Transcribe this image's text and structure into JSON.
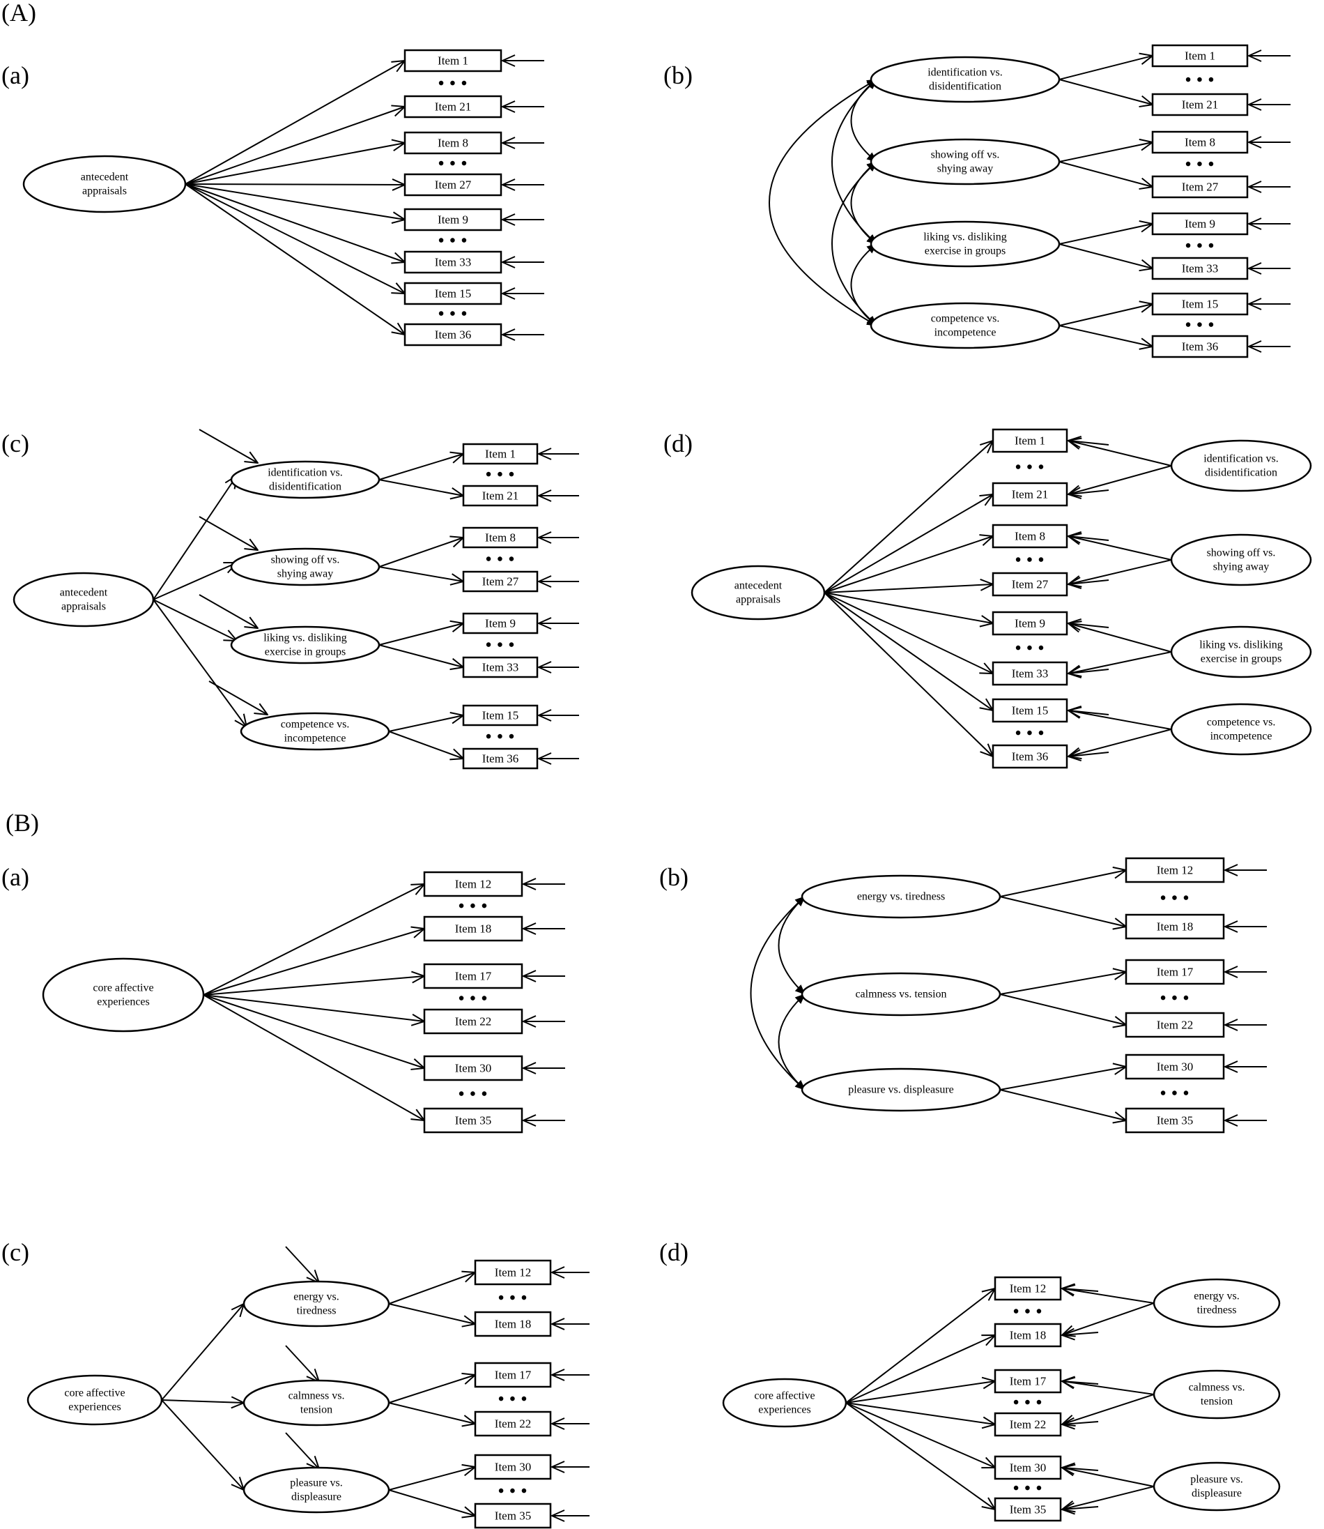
{
  "section_labels": {
    "A": "(A)",
    "B": "(B)"
  },
  "panel_labels": {
    "a": "(a)",
    "b": "(b)",
    "c": "(c)",
    "d": "(d)"
  },
  "dots": "• • •",
  "section_A": {
    "general_factor": [
      "antecedent",
      "appraisals"
    ],
    "factors": [
      [
        "identification vs.",
        "disidentification"
      ],
      [
        "showing off vs.",
        "shying away"
      ],
      [
        "liking vs. disliking",
        "exercise in groups"
      ],
      [
        "competence vs.",
        "incompetence"
      ]
    ],
    "item_pairs": [
      [
        "Item 1",
        "Item 21"
      ],
      [
        "Item 8",
        "Item 27"
      ],
      [
        "Item 9",
        "Item 33"
      ],
      [
        "Item 15",
        "Item 36"
      ]
    ]
  },
  "section_B": {
    "general_factor": [
      "core affective",
      "experiences"
    ],
    "factors_b": [
      [
        "energy vs. tiredness"
      ],
      [
        "calmness vs. tension"
      ],
      [
        "pleasure vs. displeasure"
      ]
    ],
    "factors": [
      [
        "energy vs.",
        "tiredness"
      ],
      [
        "calmness vs.",
        "tension"
      ],
      [
        "pleasure vs.",
        "displeasure"
      ]
    ],
    "item_pairs": [
      [
        "Item 12",
        "Item 18"
      ],
      [
        "Item 17",
        "Item 22"
      ],
      [
        "Item 30",
        "Item 35"
      ]
    ]
  }
}
